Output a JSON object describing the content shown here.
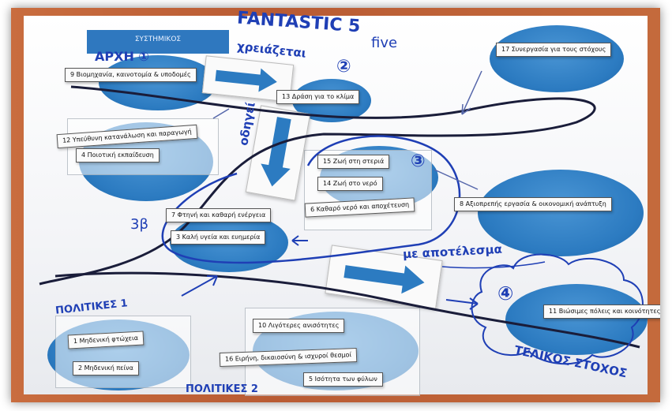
{
  "title_handwritten": "FANTASTIC 5",
  "five_word": "five",
  "band_label": "ΣΥΣΤΗΜΙΚΟΣ",
  "arxh": "ΑΡΧΗ ①",
  "xreiazetai": "χρειάζεται",
  "num_two": "②",
  "odhgei": "οδηγεί",
  "num_three": "③",
  "num_3b": "3β",
  "me_apotelesma": "με αποτέλεσμα",
  "num_four": "④",
  "politikes_1": "ΠΟΛΙΤΙΚΕΣ 1",
  "politikes_2": "ΠΟΛΙΤΙΚΕΣ 2",
  "teliko_stoxo": "ΤΕΛΙΚΟΣ ΣΤΟΧΟΣ",
  "cards": {
    "c9": "9 Βιομηχανία, καινοτομία & υποδομές",
    "c13": "13 Δράση για το κλίμα",
    "c17": "17 Συνεργασία για τους στόχους",
    "c12": "12 Υπεύθυνη κατανάλωση και παραγωγή",
    "c4": "4 Ποιοτική εκπαίδευση",
    "c15": "15 Ζωή στη στεριά",
    "c14": "14 Ζωή στο νερό",
    "c8": "8 Αξιοπρεπής εργασία & οικονομική ανάπτυξη",
    "c7": "7 Φτηνή και καθαρή ενέργεια",
    "c6": "6 Καθαρό νερό και αποχέτευση",
    "c3": "3 Καλή υγεία και ευημερία",
    "c11": "11 Βιώσιμες πόλεις και κοινότητες",
    "c10": "10 Λιγότερες ανισότητες",
    "c1": "1 Μηδενική φτώχεια",
    "c16": "16 Ειρήνη, δικαιοσύνη & ισχυροί θεσμοί",
    "c2": "2 Μηδενική πείνα",
    "c5": "5 Ισότητα των φύλων"
  },
  "colors": {
    "disc_blue": "#2c7bc1",
    "ink_blue": "#1f3fb5",
    "wall": "#c0643a"
  }
}
